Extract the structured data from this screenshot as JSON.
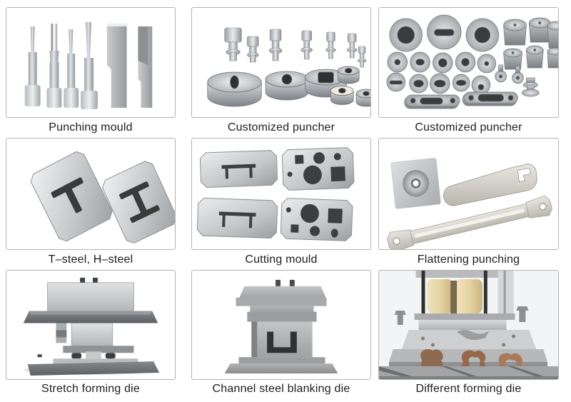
{
  "page": {
    "background_color": "#ffffff",
    "cell_border_color": "#b2b2b2",
    "caption_text_color": "#1c1c1c"
  },
  "colors": {
    "metal_light": "#d6d8da",
    "metal_mid": "#a8acb0",
    "metal_dark": "#5d6165",
    "spring_yellow": "#e6d5a2",
    "rust_brown": "#8e6a50"
  },
  "products": [
    {
      "caption": "Punching mould",
      "photo": "punch-pins-and-blade-punches"
    },
    {
      "caption": "Customized puncher",
      "photo": "round-die-buttons-with-stepped-punches"
    },
    {
      "caption": "Customized puncher",
      "photo": "assorted-die-discs-punches-and-slotted-plates"
    },
    {
      "caption": "T–steel, H–steel",
      "photo": "octagonal-plates-with-t-and-h-cutouts"
    },
    {
      "caption": "Cutting mould",
      "photo": "plates-with-channel-cutouts-and-hole-patterns"
    },
    {
      "caption": "Flattening punching",
      "photo": "boss-plate-hook-bar-and-long-strap"
    },
    {
      "caption": "Stretch forming die",
      "photo": "die-set-stack-with-guide-posts"
    },
    {
      "caption": "Channel steel blanking die",
      "photo": "die-block-with-u-channel-opening"
    },
    {
      "caption": "Different forming die",
      "photo": "forming-die-with-yellow-springs-and-rusty-cross-parts"
    }
  ]
}
